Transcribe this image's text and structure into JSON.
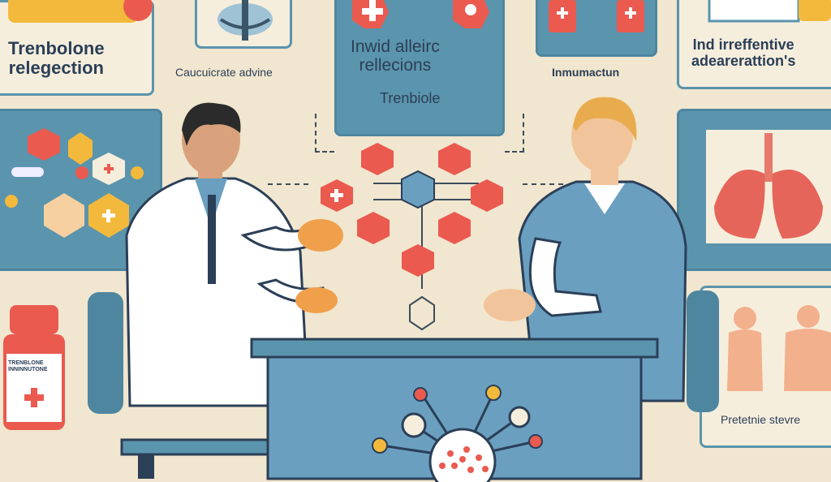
{
  "colors": {
    "background": "#f1e6cf",
    "panel_blue": "#5b94ad",
    "text_dark": "#2b3f57",
    "hex_red": "#ea5a4f",
    "doctor_coat": "#ffffff",
    "patient_vest": "#6a9fc0"
  },
  "panels": {
    "top_left_title": "Trenbolone\nrelegection",
    "top_left_caption": "Caucuicrate advine",
    "top_center_text": "Inwid alleirc\nrellecions",
    "top_center_subtext": "Trenbiole",
    "top_right_caption": "Inmumactun",
    "far_right_text": "Ind irreffentive\nadearerattion's",
    "bottom_right_caption": "Pretetnie stevre"
  },
  "bottle_label": "TRENBLONE\nINNINNUTONE",
  "icons": [
    "medical-cross-icon",
    "molecule-icon",
    "lungs-icon",
    "pill-bottle-icon",
    "human-figure-icon"
  ]
}
